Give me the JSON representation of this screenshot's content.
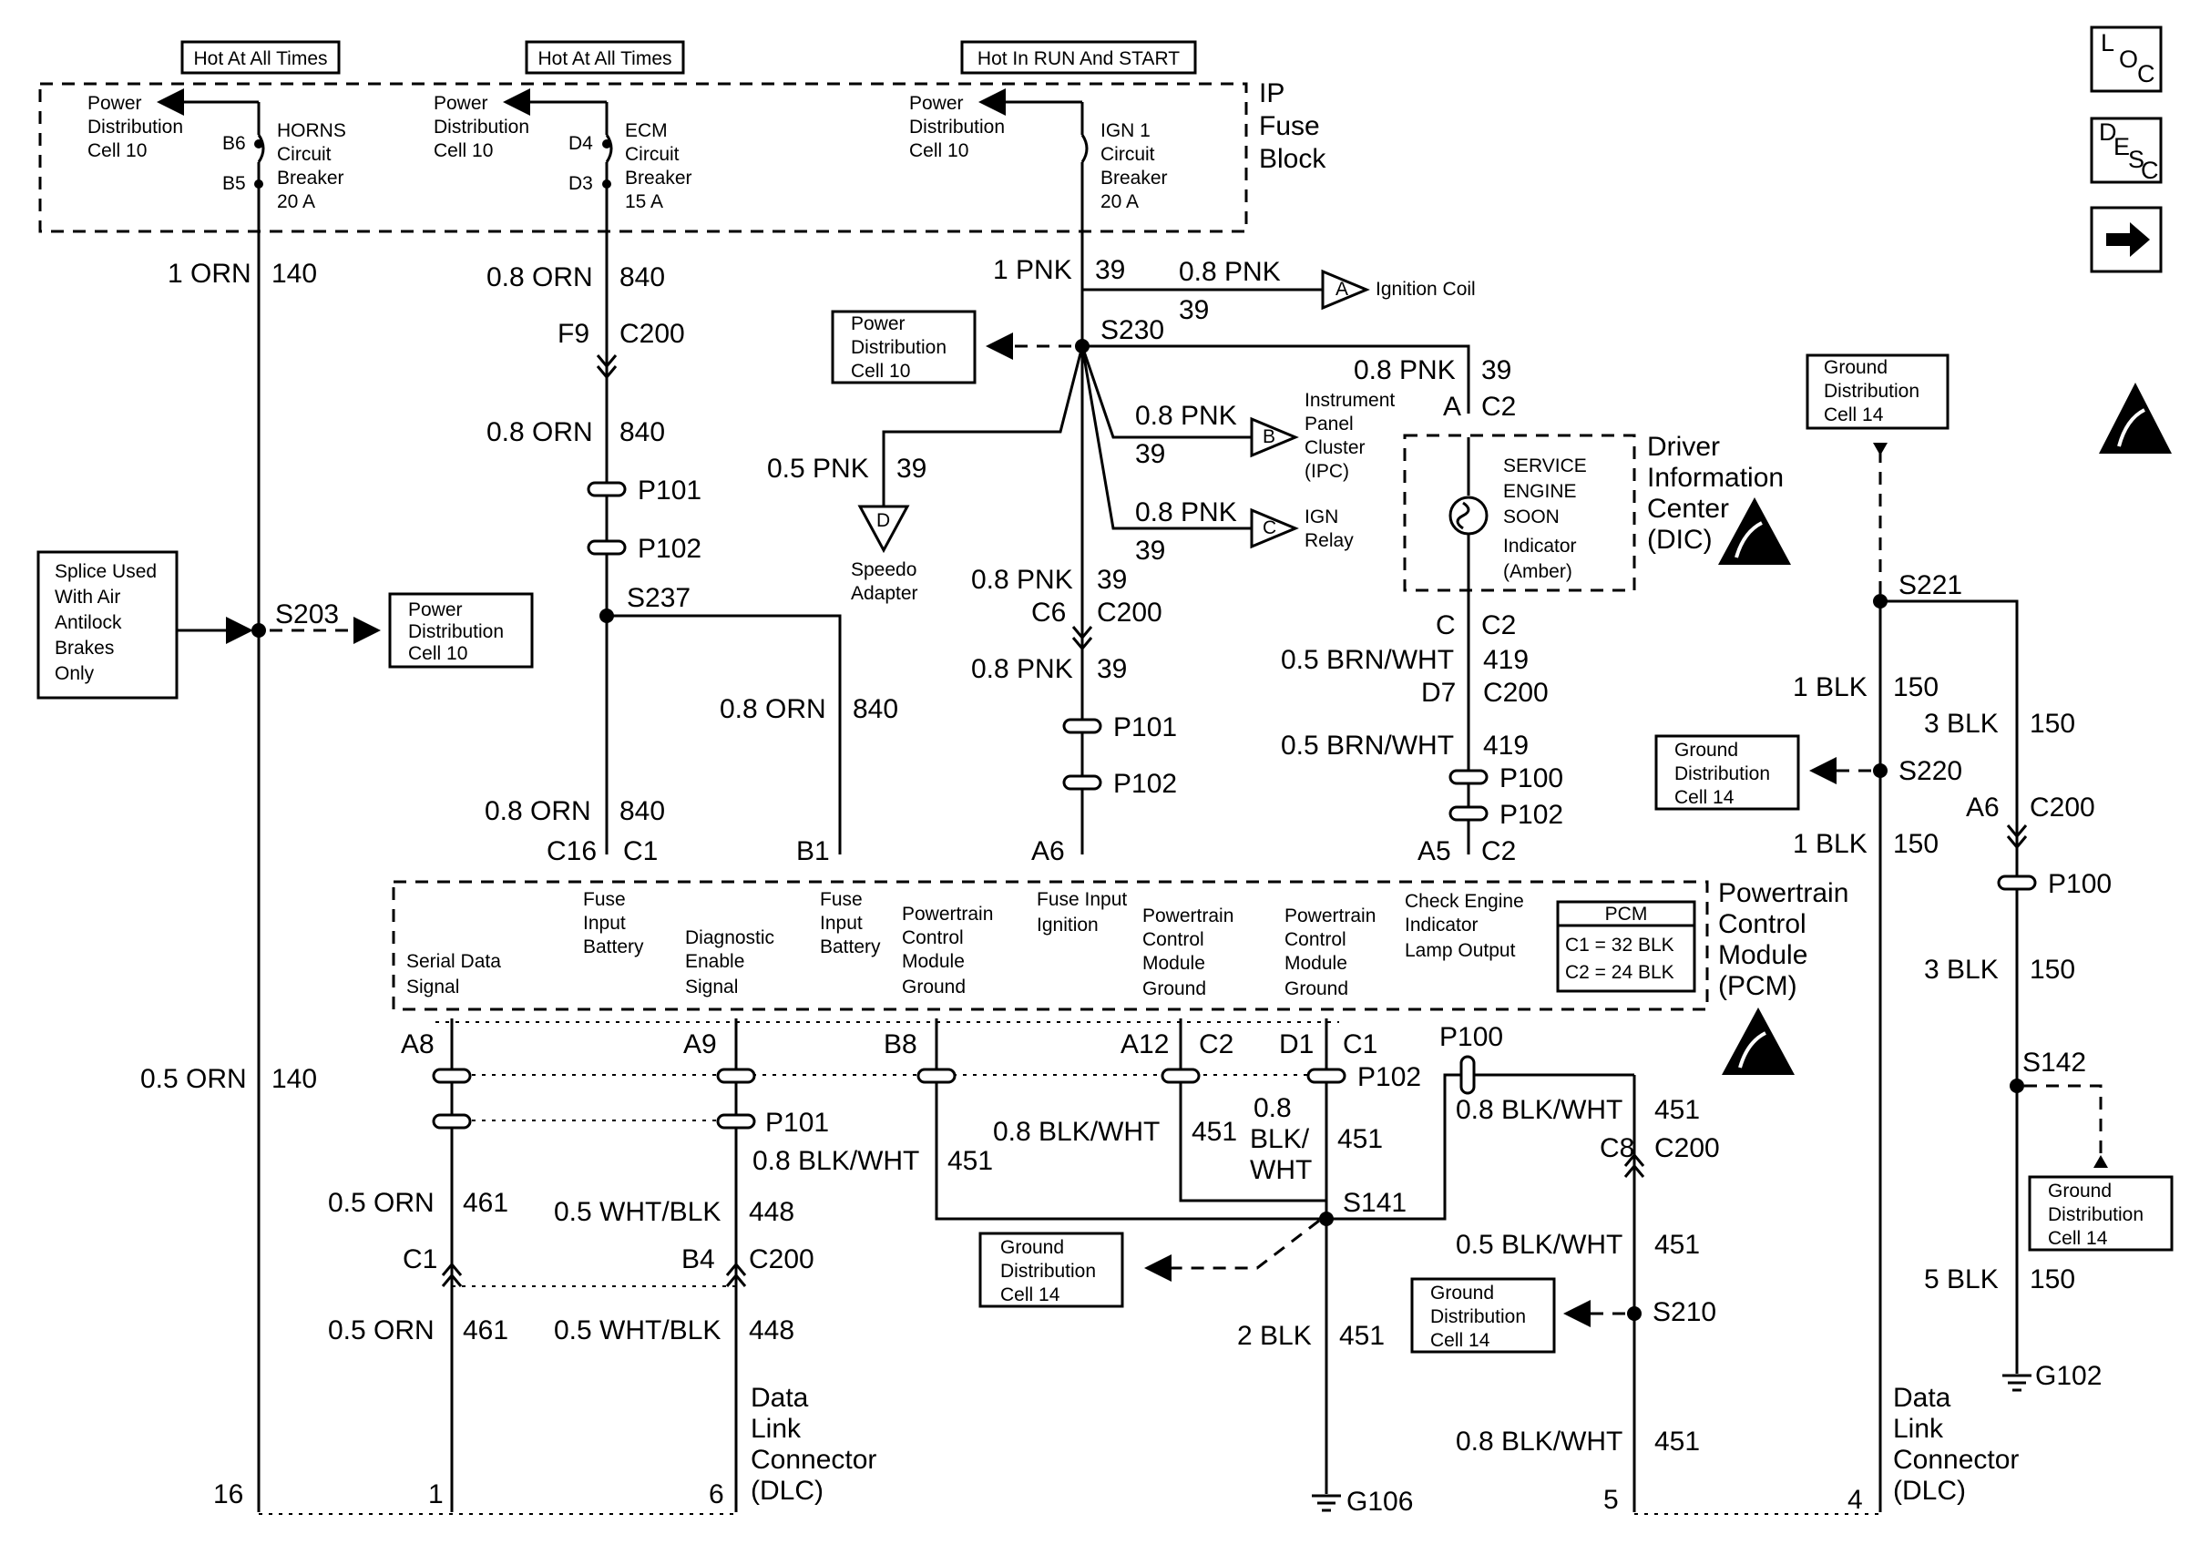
{
  "headers": {
    "hot1": "Hot At All Times",
    "hot2": "Hot At All Times",
    "hot3": "Hot In RUN And START"
  },
  "fuse_block": {
    "title_l1": "IP",
    "title_l2": "Fuse",
    "title_l3": "Block",
    "pd1": [
      "Power",
      "Distribution",
      "Cell 10"
    ],
    "pd2": [
      "Power",
      "Distribution",
      "Cell 10"
    ],
    "pd3": [
      "Power",
      "Distribution",
      "Cell 10"
    ],
    "horns": [
      "HORNS",
      "Circuit",
      "Breaker",
      "20 A"
    ],
    "ecm": [
      "ECM",
      "Circuit",
      "Breaker",
      "15 A"
    ],
    "ign": [
      "IGN 1",
      "Circuit",
      "Breaker",
      "20 A"
    ],
    "pins": [
      "B6",
      "B5",
      "D4",
      "D3"
    ]
  },
  "ref_boxes": {
    "splice_note": [
      "Splice Used",
      "With Air",
      "Antilock",
      "Brakes",
      "Only"
    ],
    "pd_s203": [
      "Power",
      "Distribution",
      "Cell 10"
    ],
    "pd_s230": [
      "Power",
      "Distribution",
      "Cell 10"
    ],
    "gd_top": [
      "Ground",
      "Distribution",
      "Cell 14"
    ],
    "gd_s220": [
      "Ground",
      "Distribution",
      "Cell 14"
    ],
    "gd_s142": [
      "Ground",
      "Distribution",
      "Cell 14"
    ],
    "gd_s141": [
      "Ground",
      "Distribution",
      "Cell 14"
    ],
    "gd_s210": [
      "Ground",
      "Distribution",
      "Cell 14"
    ]
  },
  "wires": {
    "w1": "1 ORN",
    "c140a": "140",
    "w2": "0.8 ORN",
    "c840a": "840",
    "w3": "0.8 ORN",
    "c840b": "840",
    "w4": "0.8 ORN",
    "c840c": "840",
    "w5": "0.8 ORN",
    "c840d": "840",
    "w6": "1 PNK",
    "c39a": "39",
    "w7": "0.8 PNK",
    "c39b": "39",
    "w8": "0.8 PNK",
    "c39c": "39",
    "w9": "0.8 PNK",
    "c39d": "39",
    "w10": "0.8 PNK",
    "c39e": "39",
    "w11": "0.5 PNK",
    "c39f": "39",
    "w12": "0.8 PNK",
    "c39g": "39",
    "w13": "0.8 PNK",
    "c39h": "39",
    "w14": "0.5 BRN/WHT",
    "c419a": "419",
    "w15": "0.5 BRN/WHT",
    "c419b": "419",
    "w16": "1 BLK",
    "c150a": "150",
    "w17": "3 BLK",
    "c150b": "150",
    "w18": "1 BLK",
    "c150c": "150",
    "w19": "3 BLK",
    "c150d": "150",
    "w20": "5 BLK",
    "c150e": "150",
    "w21": "0.5 ORN",
    "c140b": "140",
    "w22": "0.5 ORN",
    "c461a": "461",
    "w23": "0.5 ORN",
    "c461b": "461",
    "w24": "0.5 WHT/BLK",
    "c448a": "448",
    "w25": "0.5 WHT/BLK",
    "c448b": "448",
    "w26": "0.8 BLK/WHT",
    "c451a": "451",
    "w27": "0.8 BLK/WHT",
    "c451b": "451",
    "w28a": "0.8",
    "w28b": "BLK/",
    "w28c": "WHT",
    "c451c": "451",
    "w29": "0.8 BLK/WHT",
    "c451d": "451",
    "w30": "0.5 BLK/WHT",
    "c451e": "451",
    "w31": "2 BLK",
    "c451f": "451",
    "w32": "0.8 BLK/WHT",
    "c451g": "451"
  },
  "connectors": {
    "f9": "F9",
    "c200a": "C200",
    "c6": "C6",
    "c200b": "C200",
    "d7": "D7",
    "c200c": "C200",
    "a6": "A6",
    "c200d": "C200",
    "c8": "C8",
    "c200e": "C200",
    "c1": "C1",
    "b4": "B4",
    "c200f": "C200",
    "a_dic": "A",
    "c2_dic": "C2",
    "c_dic": "C",
    "c2b_dic": "C2",
    "p101a": "P101",
    "p102a": "P102",
    "p101b": "P101",
    "p102b": "P102",
    "p100a": "P100",
    "p102c": "P102",
    "p100b": "P100",
    "p102d": "P102",
    "p101c": "P101",
    "p100c": "P100"
  },
  "splices": {
    "s203": "S203",
    "s237": "S237",
    "s230": "S230",
    "s221": "S221",
    "s220": "S220",
    "s142": "S142",
    "s141": "S141",
    "s210": "S210"
  },
  "grounds": {
    "g102": "G102",
    "g106": "G106"
  },
  "components": {
    "ignition_coil": "Ignition Coil",
    "ipc": [
      "Instrument",
      "Panel",
      "Cluster",
      "(IPC)"
    ],
    "ign_relay": [
      "IGN",
      "Relay"
    ],
    "speedo": [
      "Speedo",
      "Adapter"
    ],
    "tri_a": "A",
    "tri_b": "B",
    "tri_c": "C",
    "tri_d": "D",
    "dic_title": [
      "Driver",
      "Information",
      "Center",
      "(DIC)"
    ],
    "dic_indicator": [
      "SERVICE",
      "ENGINE",
      "SOON",
      "Indicator",
      "(Amber)"
    ]
  },
  "pcm": {
    "title": [
      "Powertrain",
      "Control",
      "Module",
      "(PCM)"
    ],
    "top_pins": [
      "C16",
      "C1",
      "B1",
      "A6",
      "A5",
      "C2"
    ],
    "bottom_pins": [
      "A8",
      "A9",
      "B8",
      "A12",
      "C2",
      "D1",
      "C1"
    ],
    "serial": [
      "Serial Data",
      "Signal"
    ],
    "fuse1": [
      "Fuse",
      "Input",
      "Battery"
    ],
    "diag": [
      "Diagnostic",
      "Enable",
      "Signal"
    ],
    "fuse2": [
      "Fuse",
      "Input",
      "Battery"
    ],
    "pcm_gnd1": [
      "Powertrain",
      "Control",
      "Module",
      "Ground"
    ],
    "fuse_ign": [
      "Fuse Input",
      "Ignition"
    ],
    "pcm_gnd2": [
      "Powertrain",
      "Control",
      "Module",
      "Ground"
    ],
    "pcm_gnd3": [
      "Powertrain",
      "Control",
      "Module",
      "Ground"
    ],
    "cel": [
      "Check Engine",
      "Indicator",
      "Lamp Output"
    ],
    "legend": [
      "PCM",
      "C1 = 32 BLK",
      "C2 = 24 BLK"
    ]
  },
  "dlc": {
    "left_title": [
      "Data",
      "Link",
      "Connector",
      "(DLC)"
    ],
    "right_title": [
      "Data",
      "Link",
      "Connector",
      "(DLC)"
    ],
    "pins": [
      "16",
      "1",
      "6",
      "5",
      "4"
    ]
  },
  "side_icons": {
    "loc": [
      "L",
      "O",
      "C"
    ],
    "desc": [
      "D",
      "E",
      "S",
      "C"
    ],
    "arrow": "next-arrow-icon"
  }
}
